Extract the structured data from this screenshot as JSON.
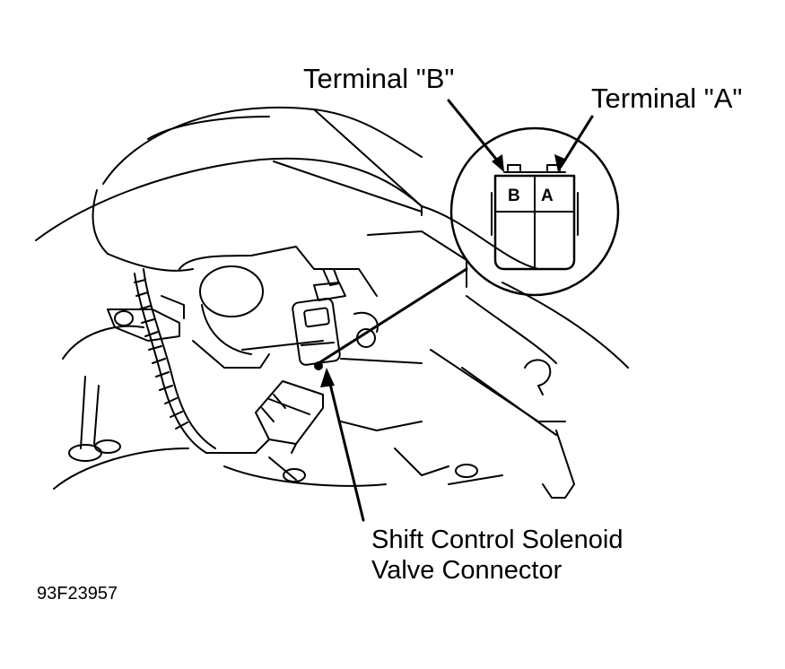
{
  "labels": {
    "terminal_b": "Terminal \"B\"",
    "terminal_a": "Terminal \"A\"",
    "connector_line1": "Shift Control Solenoid",
    "connector_line2": "Valve Connector",
    "figure_id": "93F23957"
  },
  "inset": {
    "pin_b": "B",
    "pin_a": "A"
  },
  "colors": {
    "ink": "#000000",
    "paper": "#ffffff"
  }
}
